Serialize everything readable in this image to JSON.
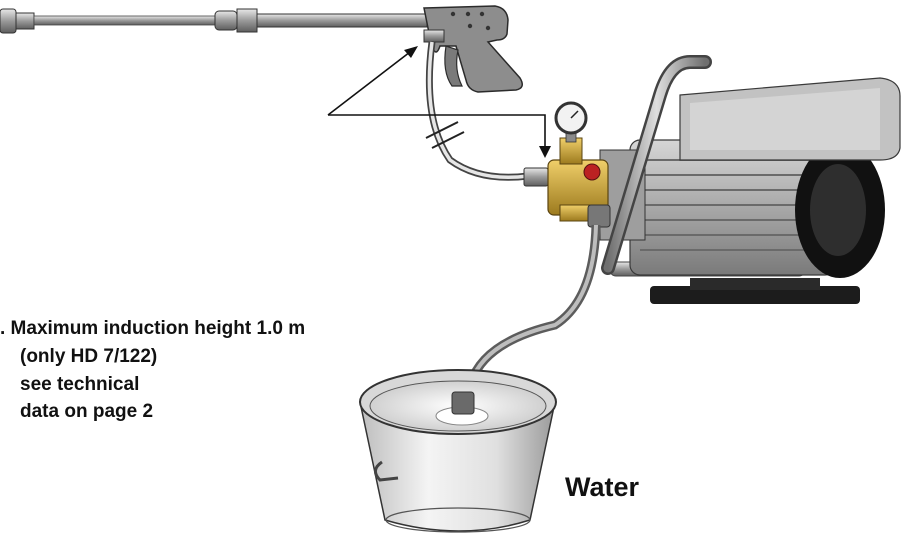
{
  "annotation": {
    "lines": [
      ". Maximum induction height 1.0 m",
      "(only HD 7/122)",
      "see technical",
      "data on page 2"
    ]
  },
  "water_label": "Water",
  "icons": [
    "spray-lance-icon",
    "spray-gun-icon",
    "hose-icon",
    "pressure-washer-icon",
    "pressure-gauge-icon",
    "bucket-icon",
    "callout-arrow-icon"
  ],
  "colors": {
    "metal": "#9a9a9a",
    "gun": "#8d8d8d",
    "brass": "#c9a23a",
    "motor": "#b9b9b9",
    "text": "#111111"
  }
}
